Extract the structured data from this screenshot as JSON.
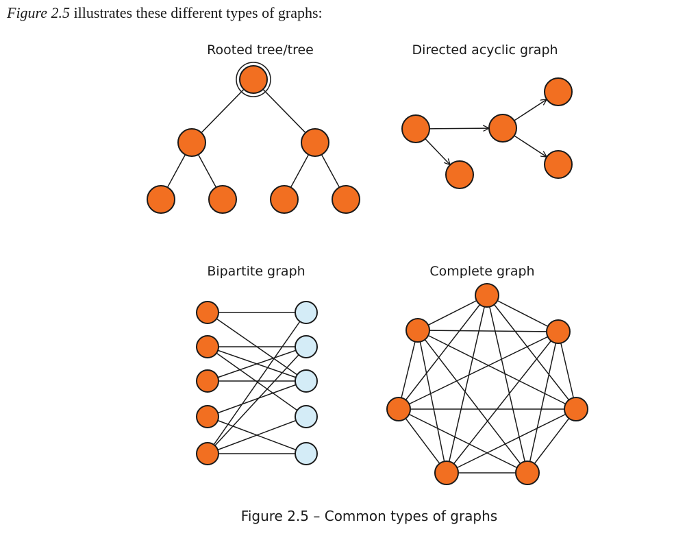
{
  "intro": {
    "figure_ref": "Figure 2.5",
    "text": " illustrates these different types of graphs:"
  },
  "colors": {
    "node_primary": "#f26f21",
    "node_secondary": "#d4ecf7",
    "edge": "#1a1a1a"
  },
  "panels": {
    "tree": {
      "label": "Rooted tree/tree"
    },
    "dag": {
      "label": "Directed acyclic graph"
    },
    "bipartite": {
      "label": "Bipartite graph"
    },
    "complete": {
      "label": "Complete graph"
    }
  },
  "caption": "Figure 2.5 – Common types of graphs"
}
